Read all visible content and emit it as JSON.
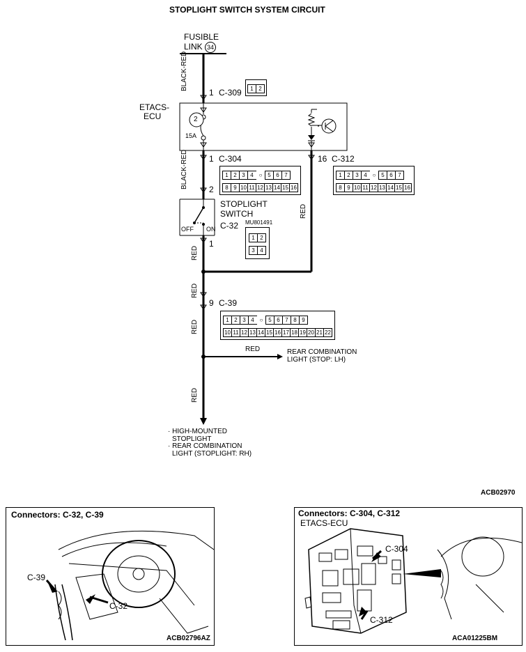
{
  "title": "STOPLIGHT SWITCH SYSTEM CIRCUIT",
  "fusible_link": {
    "line1": "FUSIBLE",
    "line2": "LINK",
    "num": "34"
  },
  "wires": {
    "black_red_top": "BLACK-RED",
    "black_red_mid": "BLACK-RED",
    "red_right": "RED",
    "red_1": "RED",
    "red_2": "RED",
    "red_3": "RED",
    "red_4": "RED",
    "red_branch": "RED"
  },
  "etacs": {
    "line1": "ETACS-",
    "line2": "ECU",
    "fuse_num": "2",
    "fuse_amp": "15A"
  },
  "pins": {
    "c309_pin": "1",
    "c309_name": "C-309",
    "c304_pin": "1",
    "c304_name": "C-304",
    "c312_pin": "16",
    "c312_name": "C-312",
    "sw_pin2": "2",
    "sw_pin1": "1",
    "c39_pin": "9",
    "c39_name": "C-39"
  },
  "switch": {
    "line1": "STOPLIGHT",
    "line2": "SWITCH",
    "connector": "C-32",
    "part": "MU801491",
    "off": "OFF",
    "on": "ON"
  },
  "c309_cells": [
    "1",
    "2"
  ],
  "c304_top": [
    "1",
    "2",
    "3",
    "4",
    "",
    "5",
    "6",
    "7"
  ],
  "c304_bot": [
    "8",
    "9",
    "10",
    "11",
    "12",
    "13",
    "14",
    "15",
    "16"
  ],
  "c312_top": [
    "1",
    "2",
    "3",
    "4",
    "",
    "5",
    "6",
    "7"
  ],
  "c312_bot": [
    "8",
    "9",
    "10",
    "11",
    "12",
    "13",
    "14",
    "15",
    "16"
  ],
  "c32_cells": [
    "1",
    "2",
    "3",
    "4"
  ],
  "c39_top": [
    "1",
    "2",
    "3",
    "4",
    "",
    "5",
    "6",
    "7",
    "8",
    "9"
  ],
  "c39_bot": [
    "10",
    "11",
    "12",
    "13",
    "14",
    "15",
    "16",
    "17",
    "18",
    "19",
    "20",
    "21",
    "22"
  ],
  "rear_lh": {
    "line1": "REAR COMBINATION",
    "line2": "LIGHT (STOP: LH)"
  },
  "bottom_notes": {
    "l1": "· HIGH-MOUNTED",
    "l2": "STOPLIGHT",
    "l3": "· REAR COMBINATION",
    "l4": "LIGHT (STOPLIGHT: RH)"
  },
  "code_main": "ACB02970",
  "panel_left": {
    "title": "Connectors: C-32, C-39",
    "c39": "C-39",
    "c32": "C-32",
    "code": "ACB02796AZ"
  },
  "panel_right": {
    "title": "Connectors: C-304, C-312",
    "sub": "ETACS-ECU",
    "c304": "C-304",
    "c312": "C-312",
    "code": "ACA01225BM"
  }
}
